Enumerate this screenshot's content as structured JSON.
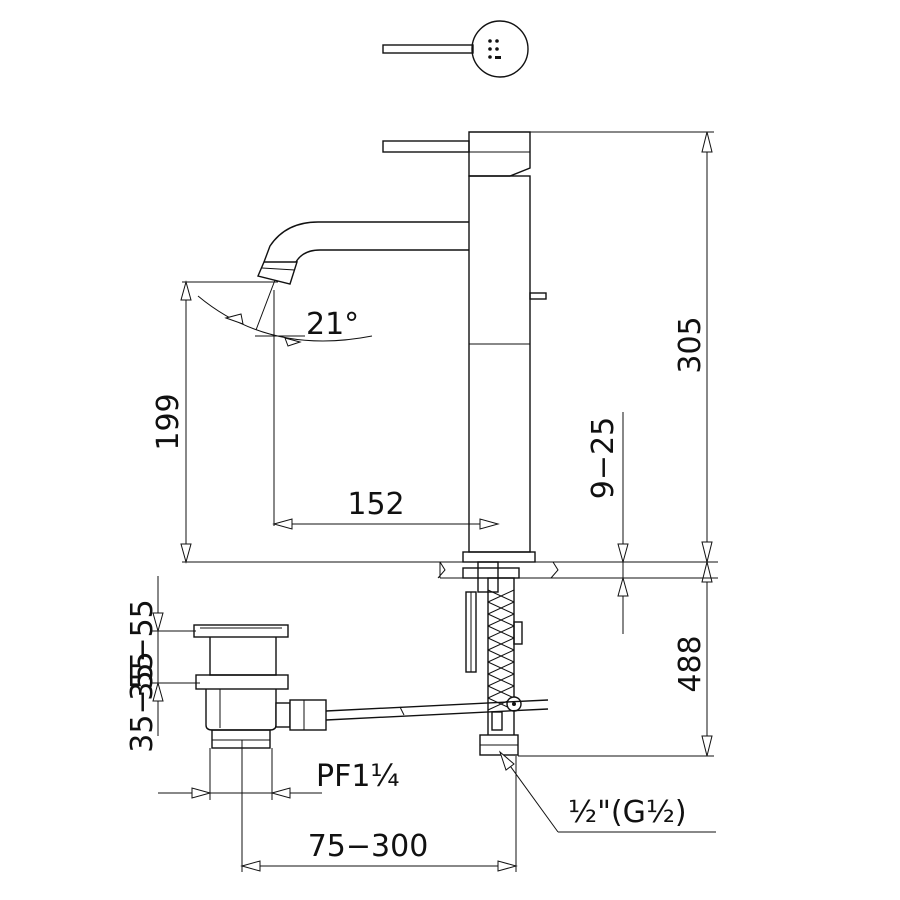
{
  "dimensions": {
    "spout_reach": "152",
    "spout_height": "199",
    "total_height": "305",
    "below_deck": "488",
    "deck_thickness": "9−25",
    "drain_height": "35−55",
    "drain_to_tap": "75−300",
    "spout_angle": "21°"
  },
  "threads": {
    "drain_outlet": "PF1¼",
    "supply_inlet": "½\"(G½)"
  }
}
